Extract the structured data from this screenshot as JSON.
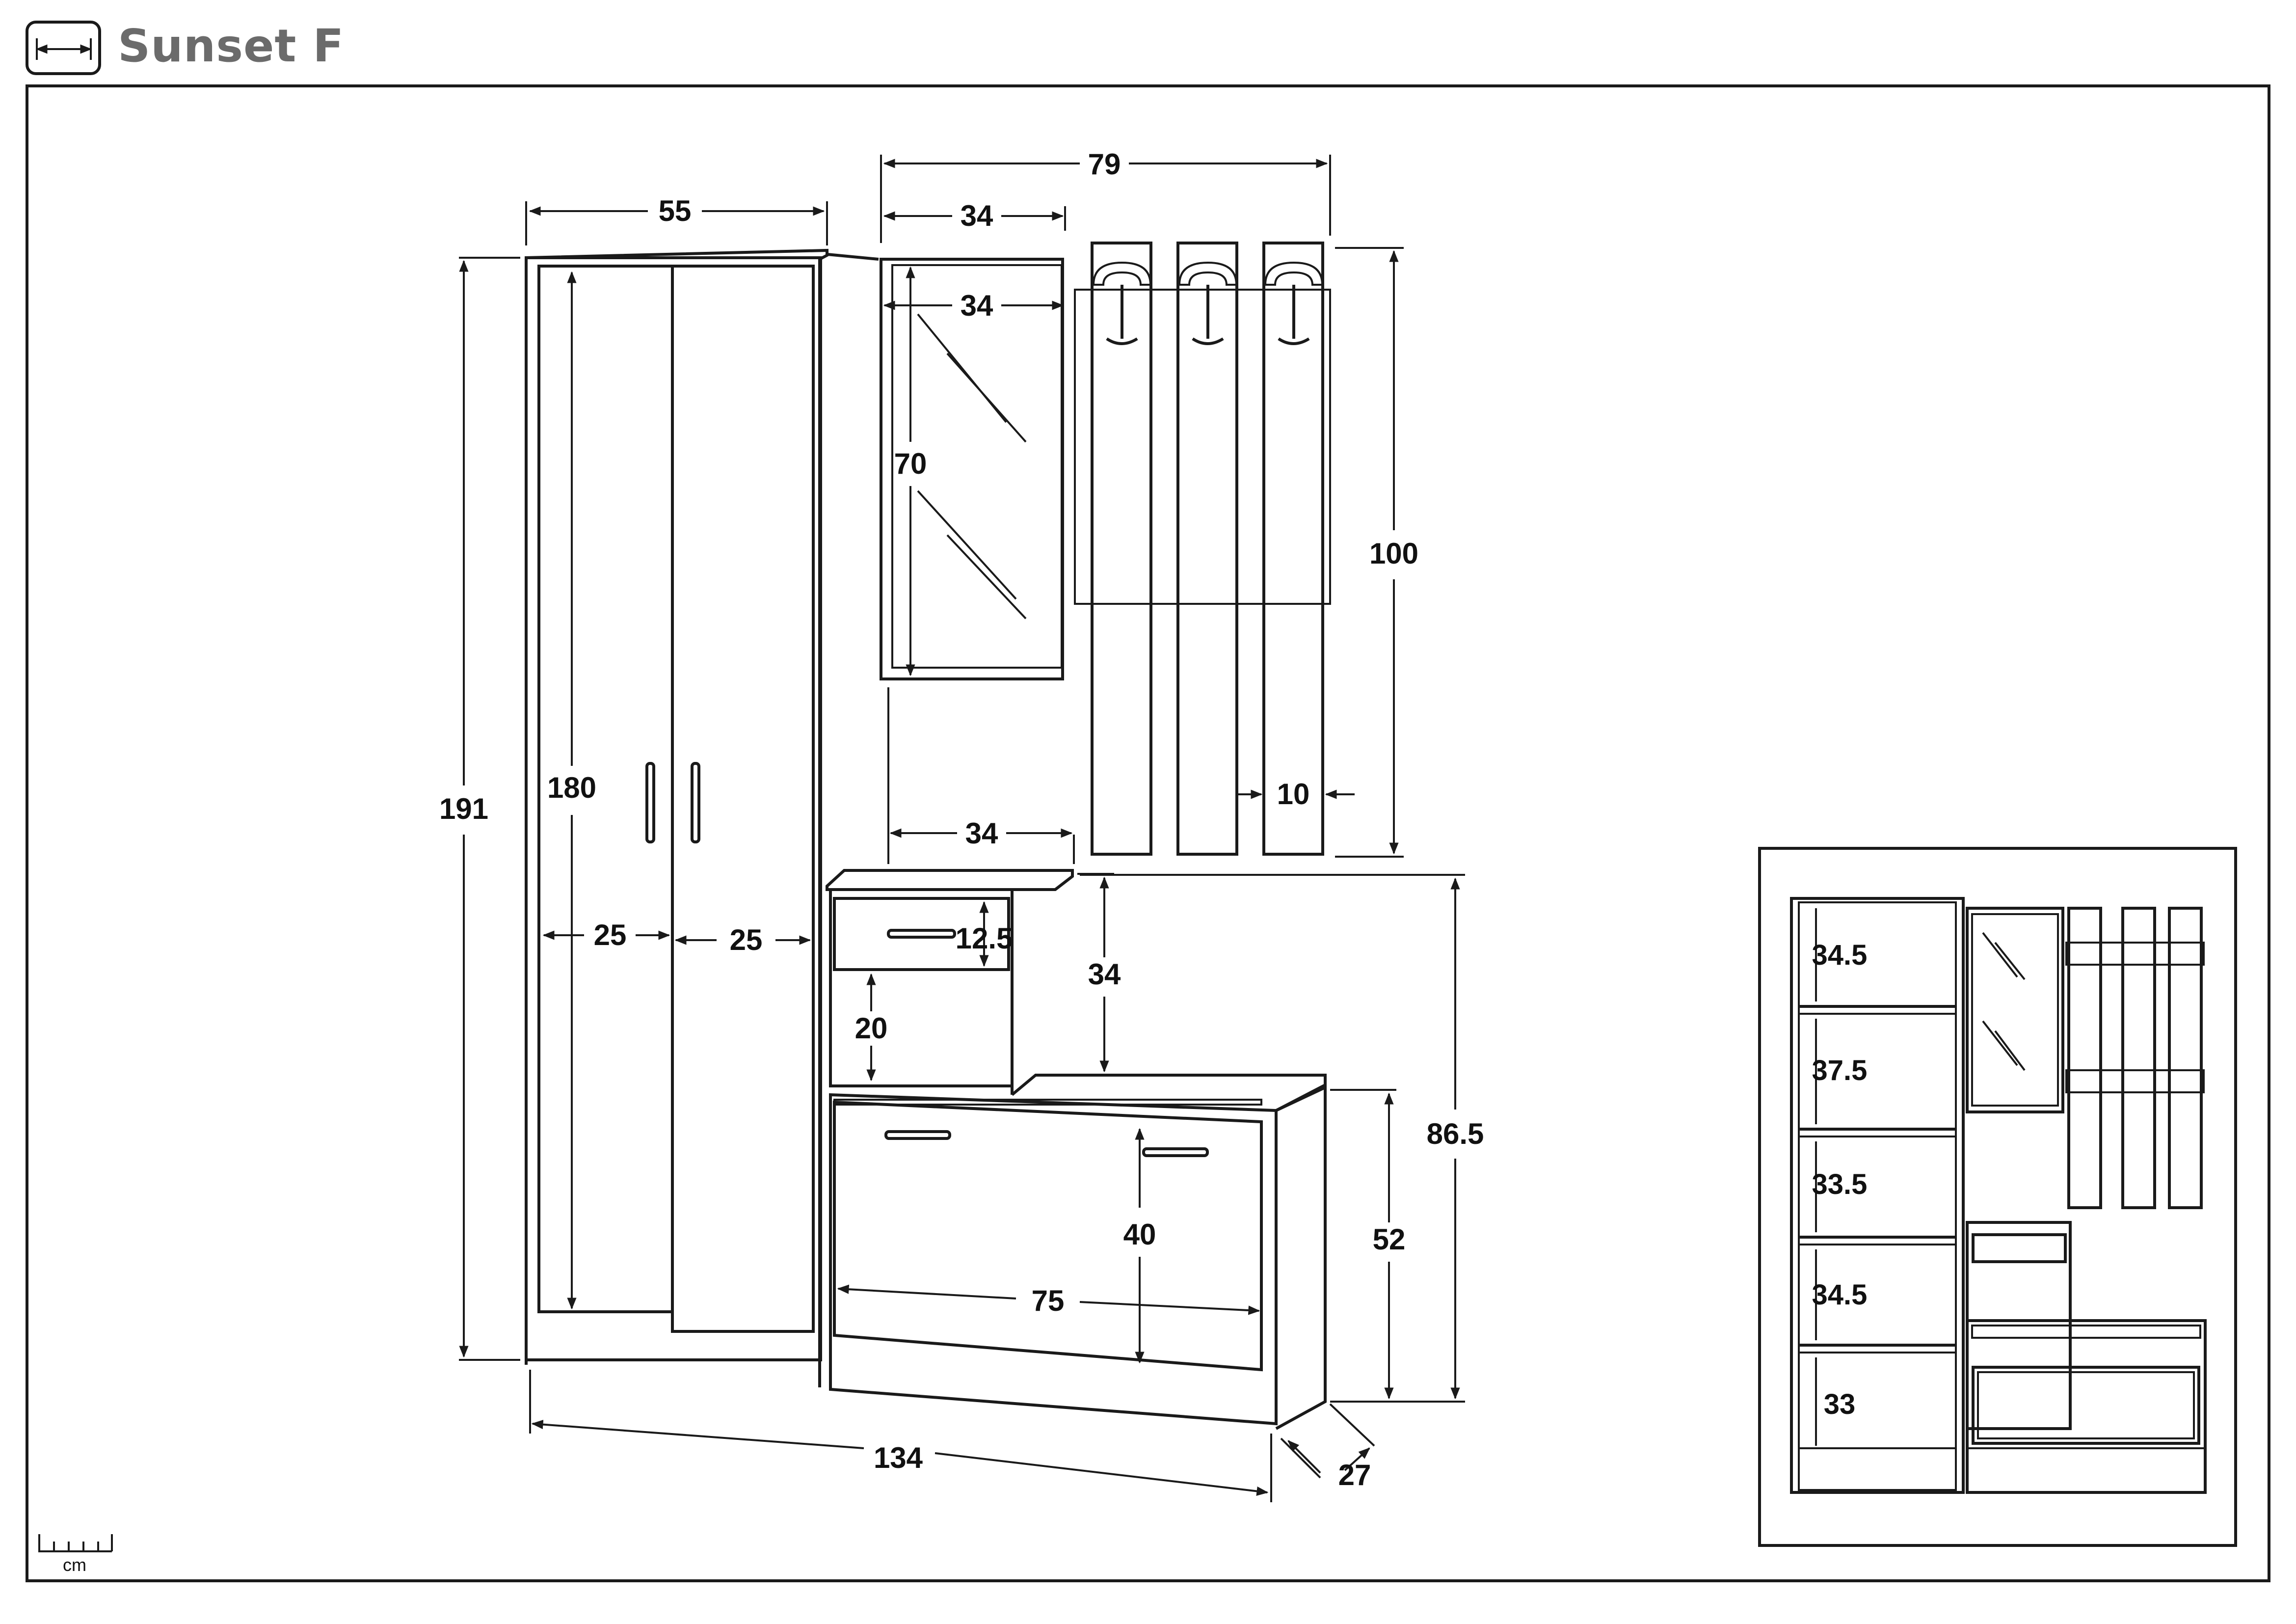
{
  "header": {
    "title": "Sunset F"
  },
  "scale": {
    "unit": "cm"
  },
  "dimensions": {
    "total_width": "134",
    "depth": "27",
    "wardrobe_width": "55",
    "wardrobe_height": "191",
    "door_height": "180",
    "door_width_left": "25",
    "door_width_right": "25",
    "mirror_outer_width": "34",
    "mirror_inner_width": "34",
    "mirror_height": "70",
    "hanger_total_width": "79",
    "hanger_height": "100",
    "hanger_panel_width": "10",
    "shelf_width": "34",
    "drawer_height": "12.5",
    "niche_height": "20",
    "shelf_unit_height": "34",
    "total_low_height": "86.5",
    "shoe_cabinet_height": "52",
    "shoe_flap_height": "40",
    "shoe_cabinet_width": "75"
  },
  "inset": {
    "shelf_heights": [
      "34.5",
      "37.5",
      "33.5",
      "34.5",
      "33"
    ]
  }
}
